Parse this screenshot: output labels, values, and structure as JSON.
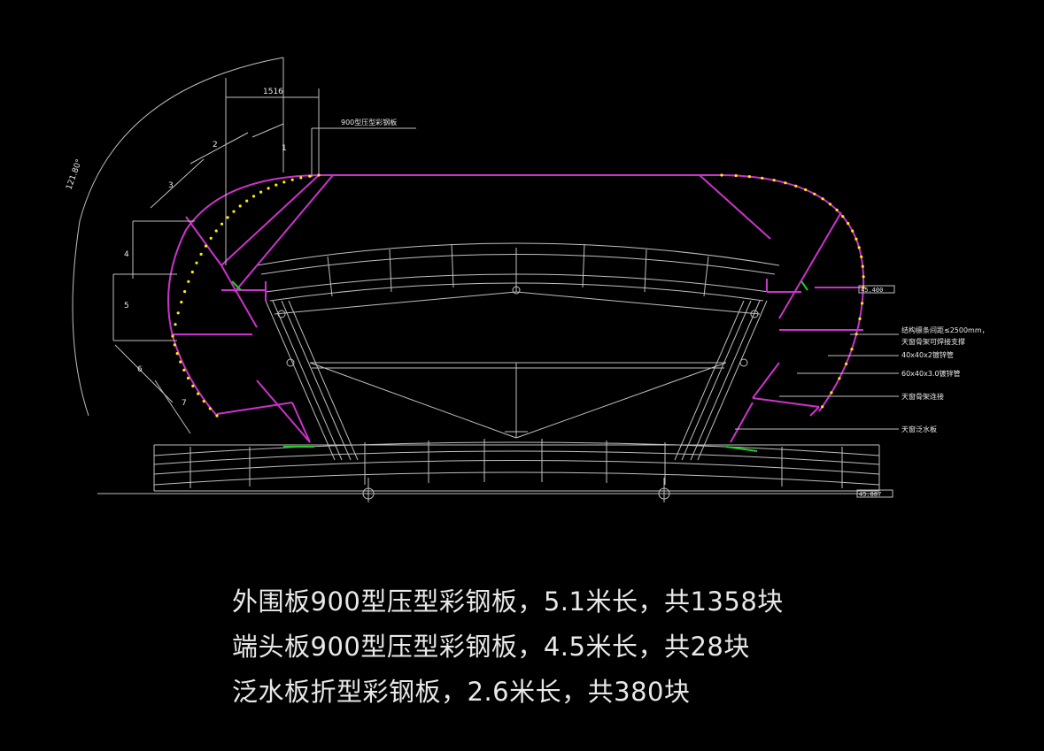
{
  "drawing": {
    "dimensions": {
      "top_width": "1516",
      "arc_angle": "121.80°",
      "segments": [
        "1",
        "2",
        "3",
        "4",
        "5",
        "6",
        "7"
      ]
    },
    "labels": {
      "panel_type": "900型压型彩钢板",
      "elev_upper": "45.400",
      "elev_lower": "45.887",
      "callout_1": "结构檩条间距≤2500mm，",
      "callout_1b": "天窗骨架可焊接支撑",
      "callout_2": "40x40x2镀锌管",
      "callout_3": "60x40x3.0镀锌管",
      "callout_4": "天窗骨架连接",
      "callout_5": "天窗泛水板"
    },
    "colors": {
      "outline": "#cc33cc",
      "lines": "#bfbfbf",
      "bolts": "#ffee00",
      "flash": "#22cc22",
      "background": "#000000"
    }
  },
  "notes": [
    "外围板900型压型彩钢板，5.1米长，共1358块",
    "端头板900型压型彩钢板，4.5米长，共28块",
    "泛水板折型彩钢板，2.6米长，共380块"
  ]
}
